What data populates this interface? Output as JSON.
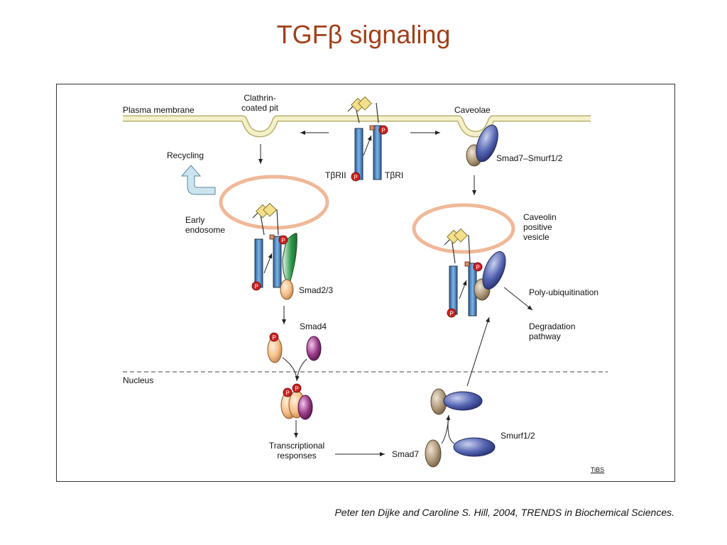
{
  "title": "TGFβ  signaling",
  "labels": {
    "plasma_membrane": "Plasma membrane",
    "clathrin_line1": "Clathrin-",
    "clathrin_line2": "coated pit",
    "caveolae": "Caveolae",
    "recycling": "Recycling",
    "tbrii": "TβRII",
    "tbri": "TβRI",
    "smad7_smurf": "Smad7–Smurf1/2",
    "early_endosome_line1": "Early",
    "early_endosome_line2": "endosome",
    "caveolin_line1": "Caveolin",
    "caveolin_line2": "positive",
    "caveolin_line3": "vesicle",
    "smad23": "Smad2/3",
    "smad4": "Smad4",
    "poly_ub": "Poly-ubiquitination",
    "degradation_line1": "Degradation",
    "degradation_line2": "pathway",
    "nucleus": "Nucleus",
    "transcriptional_line1": "Transcriptional",
    "transcriptional_line2": "responses",
    "smad7": "Smad7",
    "smurf12": "Smurf1/2",
    "phospho": "P",
    "journal_tag": "TiBS"
  },
  "citation": "Peter ten Dijke and Caroline S. Hill, 2004, TRENDS in Biochemical Sciences.",
  "colors": {
    "title": "#a0401a",
    "membrane": "#f4f0c8",
    "vesicle": "#f2c0a0",
    "receptor": "#5a96d2",
    "phospho": "#cc2222",
    "ligand": "#f2e08a",
    "smad23": "#f5c08a",
    "smad4": "#9c3c8c",
    "smad7": "#b09a7c",
    "smurf": "#4a5aa8",
    "green": "#2a9a4a",
    "recycle_arrow": "#cce4ee"
  }
}
